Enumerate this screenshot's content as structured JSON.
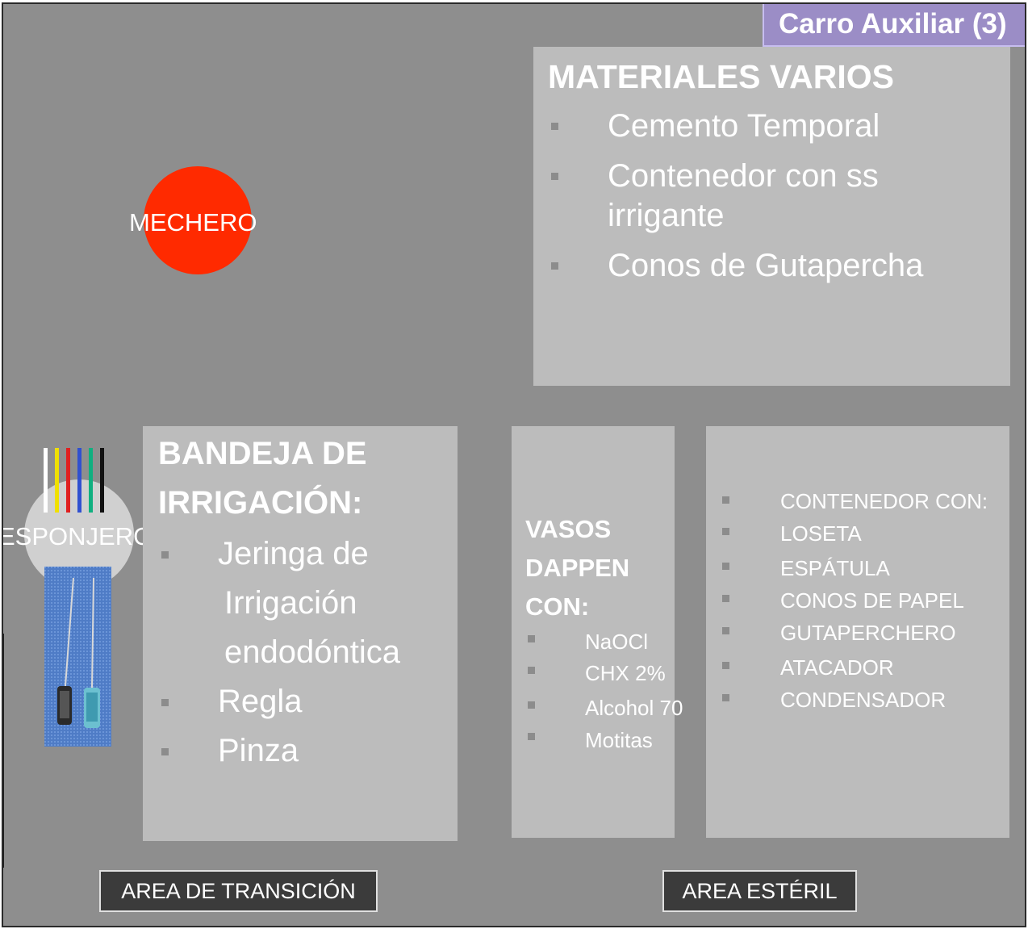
{
  "title": "Carro Auxiliar (3)",
  "materiales": {
    "heading": "MATERIALES VARIOS",
    "items": [
      "Cemento Temporal",
      "Contenedor con ss",
      "irrigante",
      "Conos de Gutapercha"
    ]
  },
  "mechero": {
    "label": "MECHERO",
    "color": "#ff2a00"
  },
  "esponjero": {
    "label": "ESPONJERO"
  },
  "bandeja": {
    "heading_line1": "BANDEJA DE",
    "heading_line2": "IRRIGACIÓN:",
    "items": [
      "Jeringa de",
      "Irrigación",
      "endodóntica",
      "Regla",
      "Pinza"
    ]
  },
  "vasos": {
    "heading_line1": "VASOS",
    "heading_line2": "DAPPEN",
    "heading_line3": "CON:",
    "items": [
      "NaOCl",
      "CHX 2%",
      "Alcohol 70",
      "Motitas"
    ]
  },
  "contenedor": {
    "items": [
      "CONTENEDOR CON:",
      "LOSETA",
      "ESPÁTULA",
      "CONOS DE PAPEL",
      "GUTAPERCHERO",
      "ATACADOR",
      "CONDENSADOR"
    ]
  },
  "areas": {
    "transicion": "AREA DE TRANSICIÓN",
    "esteril": "AREA ESTÉRIL"
  },
  "file_colors": [
    "#ffffff",
    "#f0e000",
    "#e02020",
    "#3050d0",
    "#10b080",
    "#111111"
  ]
}
